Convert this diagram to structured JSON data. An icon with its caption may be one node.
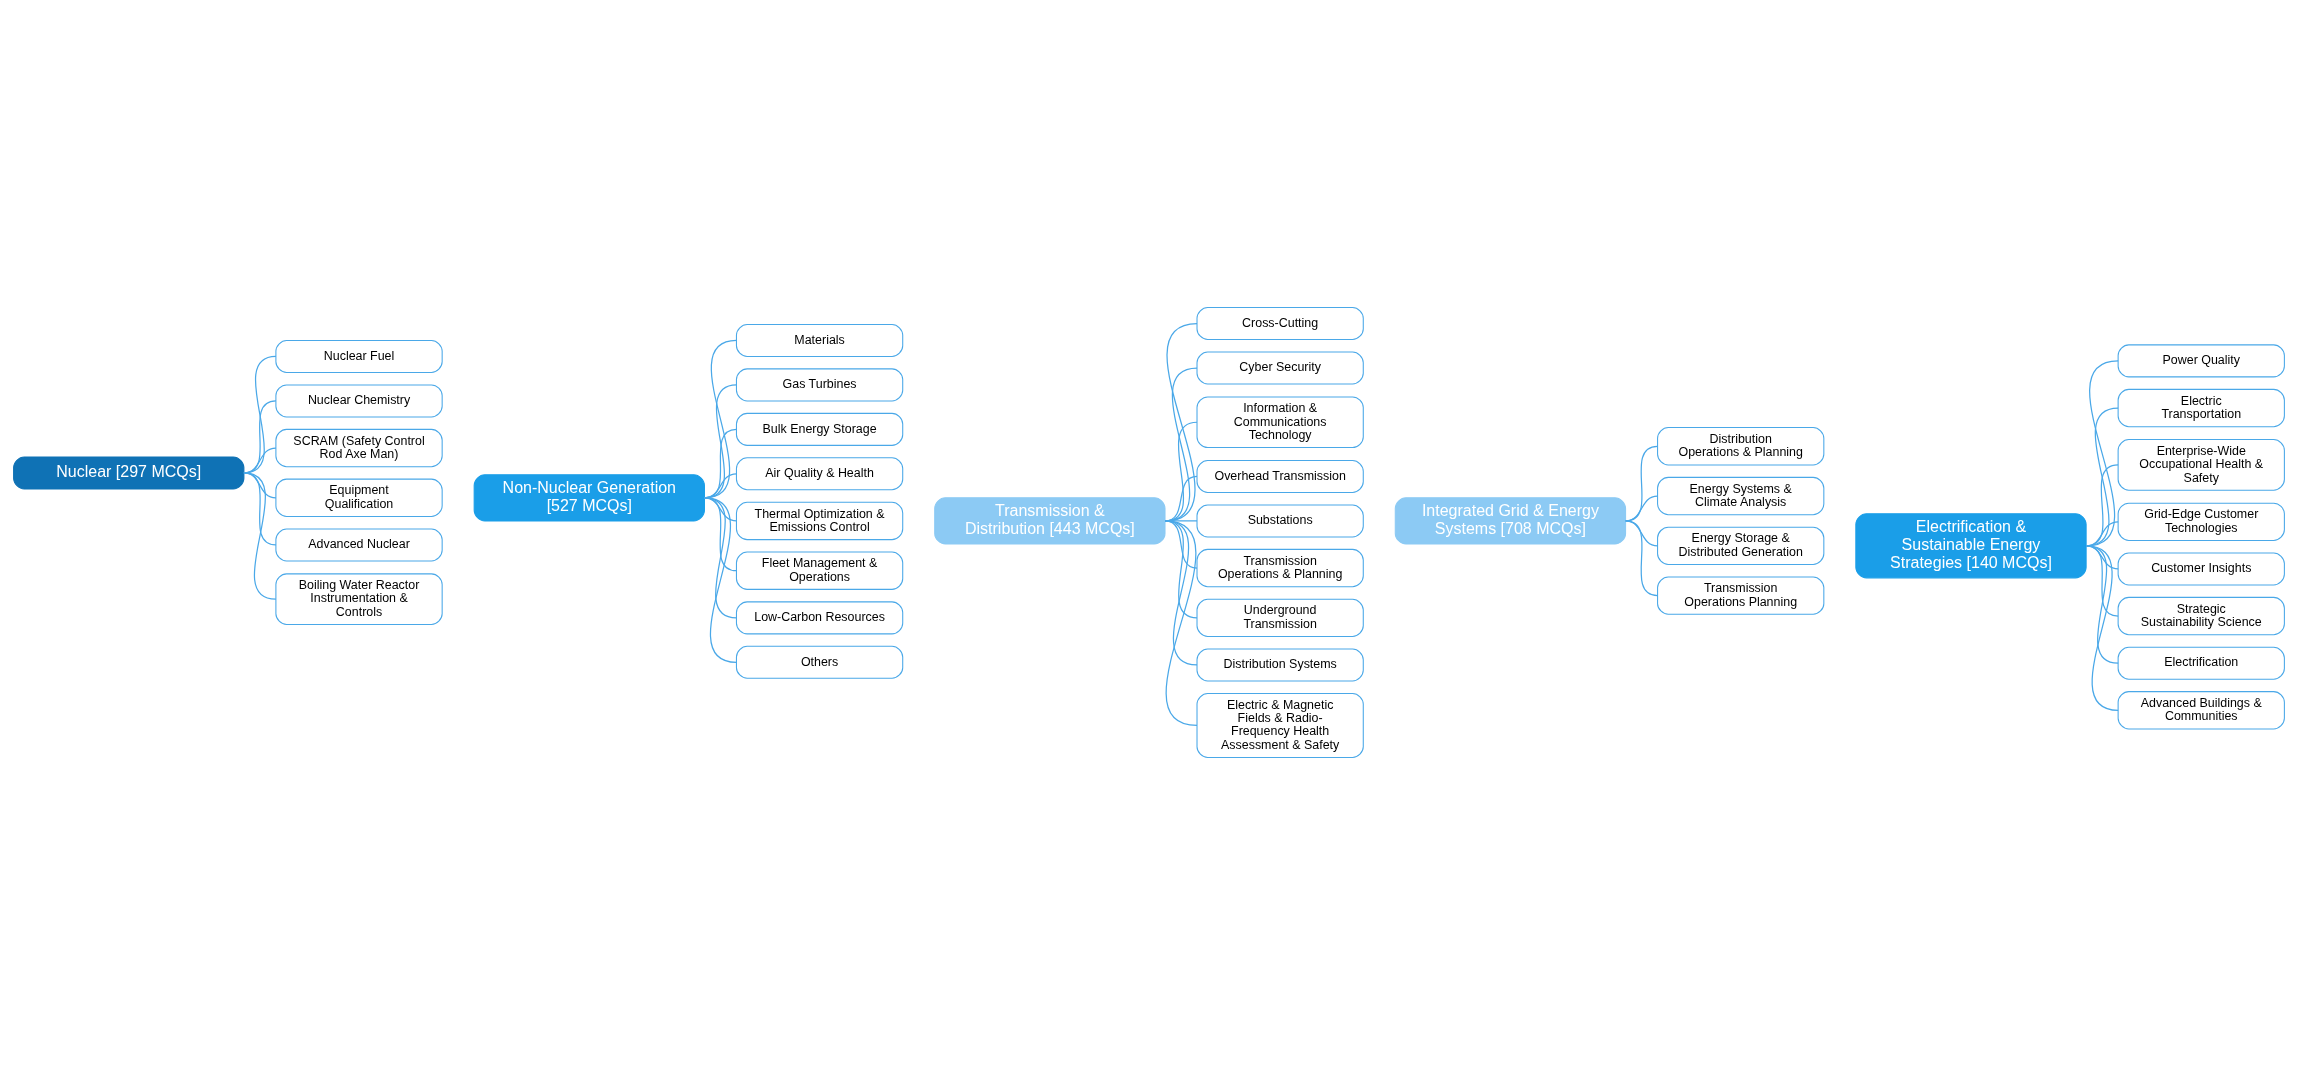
{
  "diagram": {
    "nodes": [
      {
        "text": [
          "Nuclear [297 MCQs]"
        ]
      },
      {
        "text": [
          "Nuclear Fuel"
        ]
      },
      {
        "text": [
          "Nuclear Chemistry"
        ]
      },
      {
        "text": [
          "SCRAM (Safety Control Rod Axe Man)"
        ]
      },
      {
        "text": [
          "Equipment Qualification"
        ]
      },
      {
        "text": [
          "Advanced Nuclear"
        ]
      },
      {
        "text": [
          "Boiling Water Reactor Instrumentation & Controls"
        ]
      },
      {
        "text": [
          "Non-Nuclear Generation [527 MCQs]"
        ]
      },
      {
        "text": [
          "Materials"
        ]
      },
      {
        "text": [
          "Gas Turbines"
        ]
      },
      {
        "text": [
          "Bulk Energy Storage"
        ]
      },
      {
        "text": [
          "Air Quality & Health"
        ]
      },
      {
        "text": [
          "Thermal Optimization & Emissions Control"
        ]
      },
      {
        "text": [
          "Fleet Management & Operations"
        ]
      },
      {
        "text": [
          "Low-Carbon Resources"
        ]
      },
      {
        "text": [
          "Others"
        ]
      },
      {
        "text": [
          "Transmission & Distribution [443 MCQs]"
        ]
      },
      {
        "text": [
          "Cross-Cutting"
        ]
      },
      {
        "text": [
          "Cyber Security"
        ]
      },
      {
        "text": [
          "Information & Communications Technology"
        ]
      },
      {
        "text": [
          "Overhead Transmission"
        ]
      },
      {
        "text": [
          "Substations"
        ]
      },
      {
        "text": [
          "Transmission Operations & Planning"
        ]
      },
      {
        "text": [
          "Underground Transmission"
        ]
      },
      {
        "text": [
          "Distribution Systems"
        ]
      },
      {
        "text": [
          "Electric & Magnetic Fields & Radio-Frequency Health Assessment & Safety"
        ]
      },
      {
        "text": [
          "Integrated Grid & Energy Systems [708 MCQs]"
        ]
      },
      {
        "text": [
          "Distribution Operations & Planning"
        ]
      },
      {
        "text": [
          "Energy Systems & Climate Analysis"
        ]
      },
      {
        "text": [
          "Energy Storage & Distributed Generation"
        ]
      },
      {
        "text": [
          "Transmission Operations Planning"
        ]
      },
      {
        "text": [
          "Electrification & Sustainable Energy Strategies [140 MCQs]"
        ]
      },
      {
        "text": [
          "Power Quality"
        ]
      },
      {
        "text": [
          "Electric Transportation"
        ]
      },
      {
        "text": [
          "Enterprise-Wide Occupational Health & Safety"
        ]
      },
      {
        "text": [
          "Grid-Edge Customer Technologies"
        ]
      },
      {
        "text": [
          "Customer Insights"
        ]
      },
      {
        "text": [
          "Strategic Sustainability Science"
        ]
      },
      {
        "text": [
          "Electrification"
        ]
      },
      {
        "text": [
          "Advanced Buildings & Communities"
        ]
      }
    ],
    "edges": [
      {
        "from": 0,
        "to": 1,
        "arrow": "none"
      },
      {
        "from": 0,
        "to": 2,
        "arrow": "none"
      },
      {
        "from": 0,
        "to": 3,
        "arrow": "none"
      },
      {
        "from": 0,
        "to": 4,
        "arrow": "none"
      },
      {
        "from": 0,
        "to": 5,
        "arrow": "none"
      },
      {
        "from": 0,
        "to": 6,
        "arrow": "none"
      },
      {
        "from": 7,
        "to": 8,
        "arrow": "none"
      },
      {
        "from": 7,
        "to": 9,
        "arrow": "none"
      },
      {
        "from": 7,
        "to": 10,
        "arrow": "none"
      },
      {
        "from": 7,
        "to": 11,
        "arrow": "none"
      },
      {
        "from": 7,
        "to": 12,
        "arrow": "none"
      },
      {
        "from": 7,
        "to": 13,
        "arrow": "none"
      },
      {
        "from": 7,
        "to": 14,
        "arrow": "none"
      },
      {
        "from": 7,
        "to": 15,
        "arrow": "none"
      },
      {
        "from": 16,
        "to": 17,
        "arrow": "none"
      },
      {
        "from": 16,
        "to": 18,
        "arrow": "none"
      },
      {
        "from": 16,
        "to": 19,
        "arrow": "none"
      },
      {
        "from": 16,
        "to": 20,
        "arrow": "none"
      },
      {
        "from": 16,
        "to": 21,
        "arrow": "none"
      },
      {
        "from": 16,
        "to": 22,
        "arrow": "none"
      },
      {
        "from": 16,
        "to": 23,
        "arrow": "none"
      },
      {
        "from": 16,
        "to": 24,
        "arrow": "none"
      },
      {
        "from": 16,
        "to": 25,
        "arrow": "none"
      },
      {
        "from": 26,
        "to": 27,
        "arrow": "none"
      },
      {
        "from": 26,
        "to": 28,
        "arrow": "none"
      },
      {
        "from": 26,
        "to": 29,
        "arrow": "none"
      },
      {
        "from": 26,
        "to": 30,
        "arrow": "none"
      },
      {
        "from": 31,
        "to": 32,
        "arrow": "none"
      },
      {
        "from": 31,
        "to": 33,
        "arrow": "none"
      },
      {
        "from": 31,
        "to": 34,
        "arrow": "none"
      },
      {
        "from": 31,
        "to": 35,
        "arrow": "none"
      },
      {
        "from": 31,
        "to": 36,
        "arrow": "none"
      },
      {
        "from": 31,
        "to": 37,
        "arrow": "none"
      },
      {
        "from": 31,
        "to": 38,
        "arrow": "none"
      },
      {
        "from": 31,
        "to": 39,
        "arrow": "none"
      }
    ]
  }
}
